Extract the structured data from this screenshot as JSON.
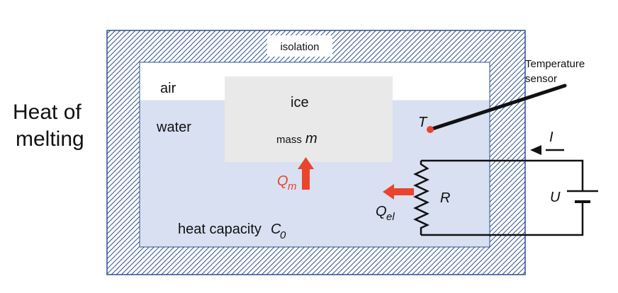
{
  "title_line1": "Heat of",
  "title_line2": "melting",
  "isolation_label": "isolation",
  "air_label": "air",
  "water_label": "water",
  "ice_label": "ice",
  "mass_label": "mass",
  "mass_symbol": "m",
  "heat_capacity_label": "heat capacity",
  "heat_capacity_symbol": "C",
  "heat_capacity_sub": "0",
  "sensor_label_line1": "Temperature",
  "sensor_label_line2": "sensor",
  "temperature_symbol": "T",
  "qm_symbol": "Q",
  "qm_sub": "m",
  "qel_symbol": "Q",
  "qel_sub": "el",
  "resistor_symbol": "R",
  "voltage_symbol": "U",
  "current_symbol": "I",
  "colors": {
    "insulation_stripe": "#2e4f8f",
    "water": "#d8e0f2",
    "air": "#ffffff",
    "ice": "#e9e9e9",
    "heat_arrow": "#e8452c"
  }
}
